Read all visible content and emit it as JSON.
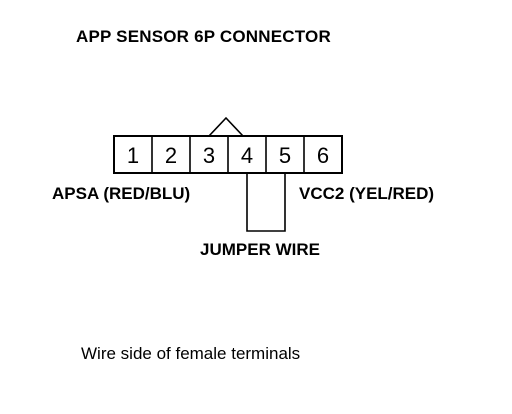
{
  "diagram": {
    "title": "APP SENSOR 6P CONNECTOR",
    "terminals": [
      "1",
      "2",
      "3",
      "4",
      "5",
      "6"
    ],
    "labels": {
      "apsa": "APSA (RED/BLU)",
      "vcc2": "VCC2 (YEL/RED)",
      "jumper": "JUMPER WIRE"
    },
    "caption": "Wire side of female terminals"
  }
}
